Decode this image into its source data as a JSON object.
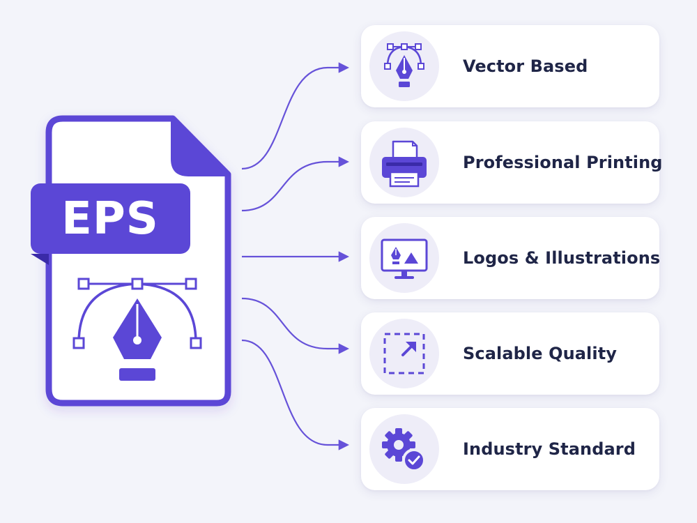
{
  "file": {
    "badge": "EPS",
    "icon": "pen-tool-icon"
  },
  "colors": {
    "accent": "#5b47d6",
    "accent_dark": "#4a36c2",
    "connector": "#6652d9",
    "text": "#1f2547",
    "background": "#f3f4fa"
  },
  "features": [
    {
      "label": "Vector Based",
      "icon": "pen-tool-icon"
    },
    {
      "label": "Professional Printing",
      "icon": "printer-icon"
    },
    {
      "label": "Logos & Illustrations",
      "icon": "monitor-icon"
    },
    {
      "label": "Scalable Quality",
      "icon": "scale-icon"
    },
    {
      "label": "Industry Standard",
      "icon": "gear-check-icon"
    }
  ]
}
